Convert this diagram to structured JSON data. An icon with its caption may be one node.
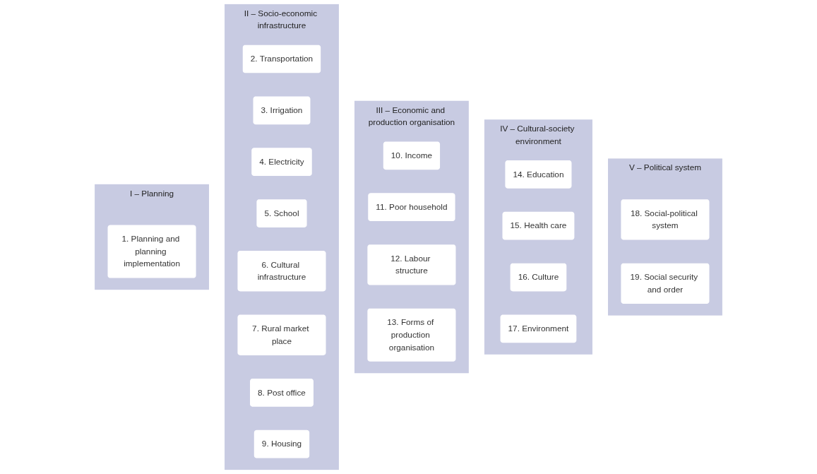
{
  "diagram": {
    "nodes": [
      {
        "text": [
          "I – Planning"
        ]
      },
      {
        "text": [
          "1. Planning and planning implementation"
        ],
        "in": 0
      },
      {
        "text": [
          "II – Socio-economic infrastructure"
        ]
      },
      {
        "text": [
          "2. Transportation"
        ],
        "in": 2
      },
      {
        "text": [
          "3. Irrigation"
        ],
        "in": 2
      },
      {
        "text": [
          "4. Electricity"
        ],
        "in": 2
      },
      {
        "text": [
          "5. School"
        ],
        "in": 2
      },
      {
        "text": [
          "6. Cultural infrastructure"
        ],
        "in": 2
      },
      {
        "text": [
          "7. Rural market place"
        ],
        "in": 2
      },
      {
        "text": [
          "8. Post office"
        ],
        "in": 2
      },
      {
        "text": [
          "9. Housing"
        ],
        "in": 2
      },
      {
        "text": [
          "III – Economic and production organisation"
        ]
      },
      {
        "text": [
          "10. Income"
        ],
        "in": 11
      },
      {
        "text": [
          "11. Poor household"
        ],
        "in": 11
      },
      {
        "text": [
          "12. Labour structure"
        ],
        "in": 11
      },
      {
        "text": [
          "13. Forms of production organisation"
        ],
        "in": 11
      },
      {
        "text": [
          "IV – Cultural-society environment"
        ]
      },
      {
        "text": [
          "14. Education"
        ],
        "in": 16
      },
      {
        "text": [
          "15. Health care"
        ],
        "in": 16
      },
      {
        "text": [
          "16. Culture"
        ],
        "in": 16
      },
      {
        "text": [
          "17. Environment"
        ],
        "in": 16
      },
      {
        "text": [
          "V – Political system"
        ]
      },
      {
        "text": [
          "18. Social-political system"
        ],
        "in": 21
      },
      {
        "text": [
          "19. Social security and order"
        ],
        "in": 21
      }
    ]
  }
}
